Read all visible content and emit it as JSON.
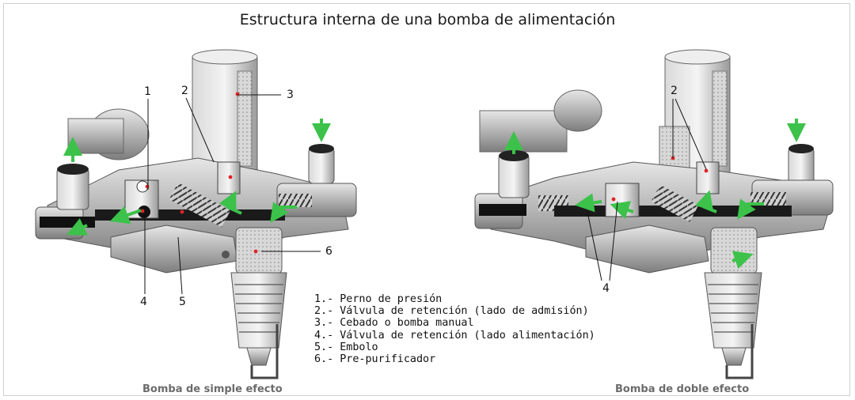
{
  "title": "Estructura interna de una bomba de alimentación",
  "left_pump": {
    "caption": "Bomba de simple efecto",
    "callouts": [
      "1",
      "2",
      "3",
      "4",
      "5",
      "6"
    ]
  },
  "right_pump": {
    "caption": "Bomba de doble efecto",
    "callouts": [
      "2",
      "4"
    ]
  },
  "legend": [
    "1.- Perno de presión",
    "2.- Válvula de retención (lado de admisión)",
    "3.- Cebado o bomba manual",
    "4.- Válvula de retención (lado alimentación)",
    "5.- Embolo",
    "6.- Pre-purificador"
  ],
  "colors": {
    "flow_arrow": "#3cc24a",
    "marker": "#e02525",
    "metal": "#9a9a9a"
  }
}
